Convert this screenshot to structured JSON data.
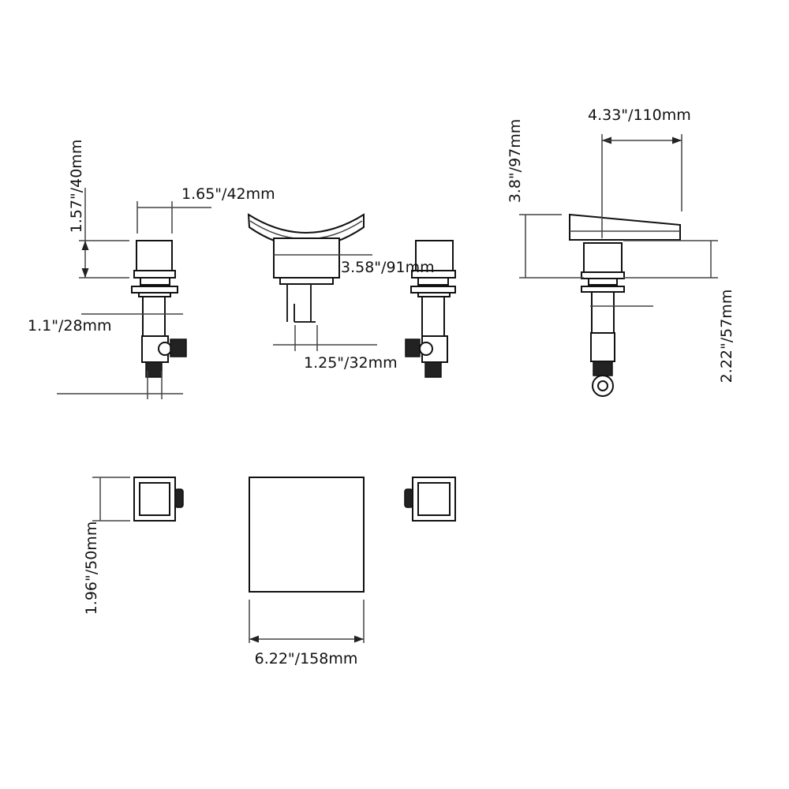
{
  "dimensions": {
    "handle_width": "1.65\"/42mm",
    "handle_height": "1.57\"/40mm",
    "valve_body_width": "1.1\"/28mm",
    "spout_base_width": "3.58\"/91mm",
    "spout_stem_width": "1.25\"/32mm",
    "spout_reach": "4.33\"/110mm",
    "spout_height": "3.8\"/97mm",
    "spout_base_height": "2.22\"/57mm",
    "handle_top_depth": "1.96\"/50mm",
    "spout_top_width": "6.22\"/158mm"
  },
  "colors": {
    "line": "#222222",
    "background": "#ffffff"
  }
}
